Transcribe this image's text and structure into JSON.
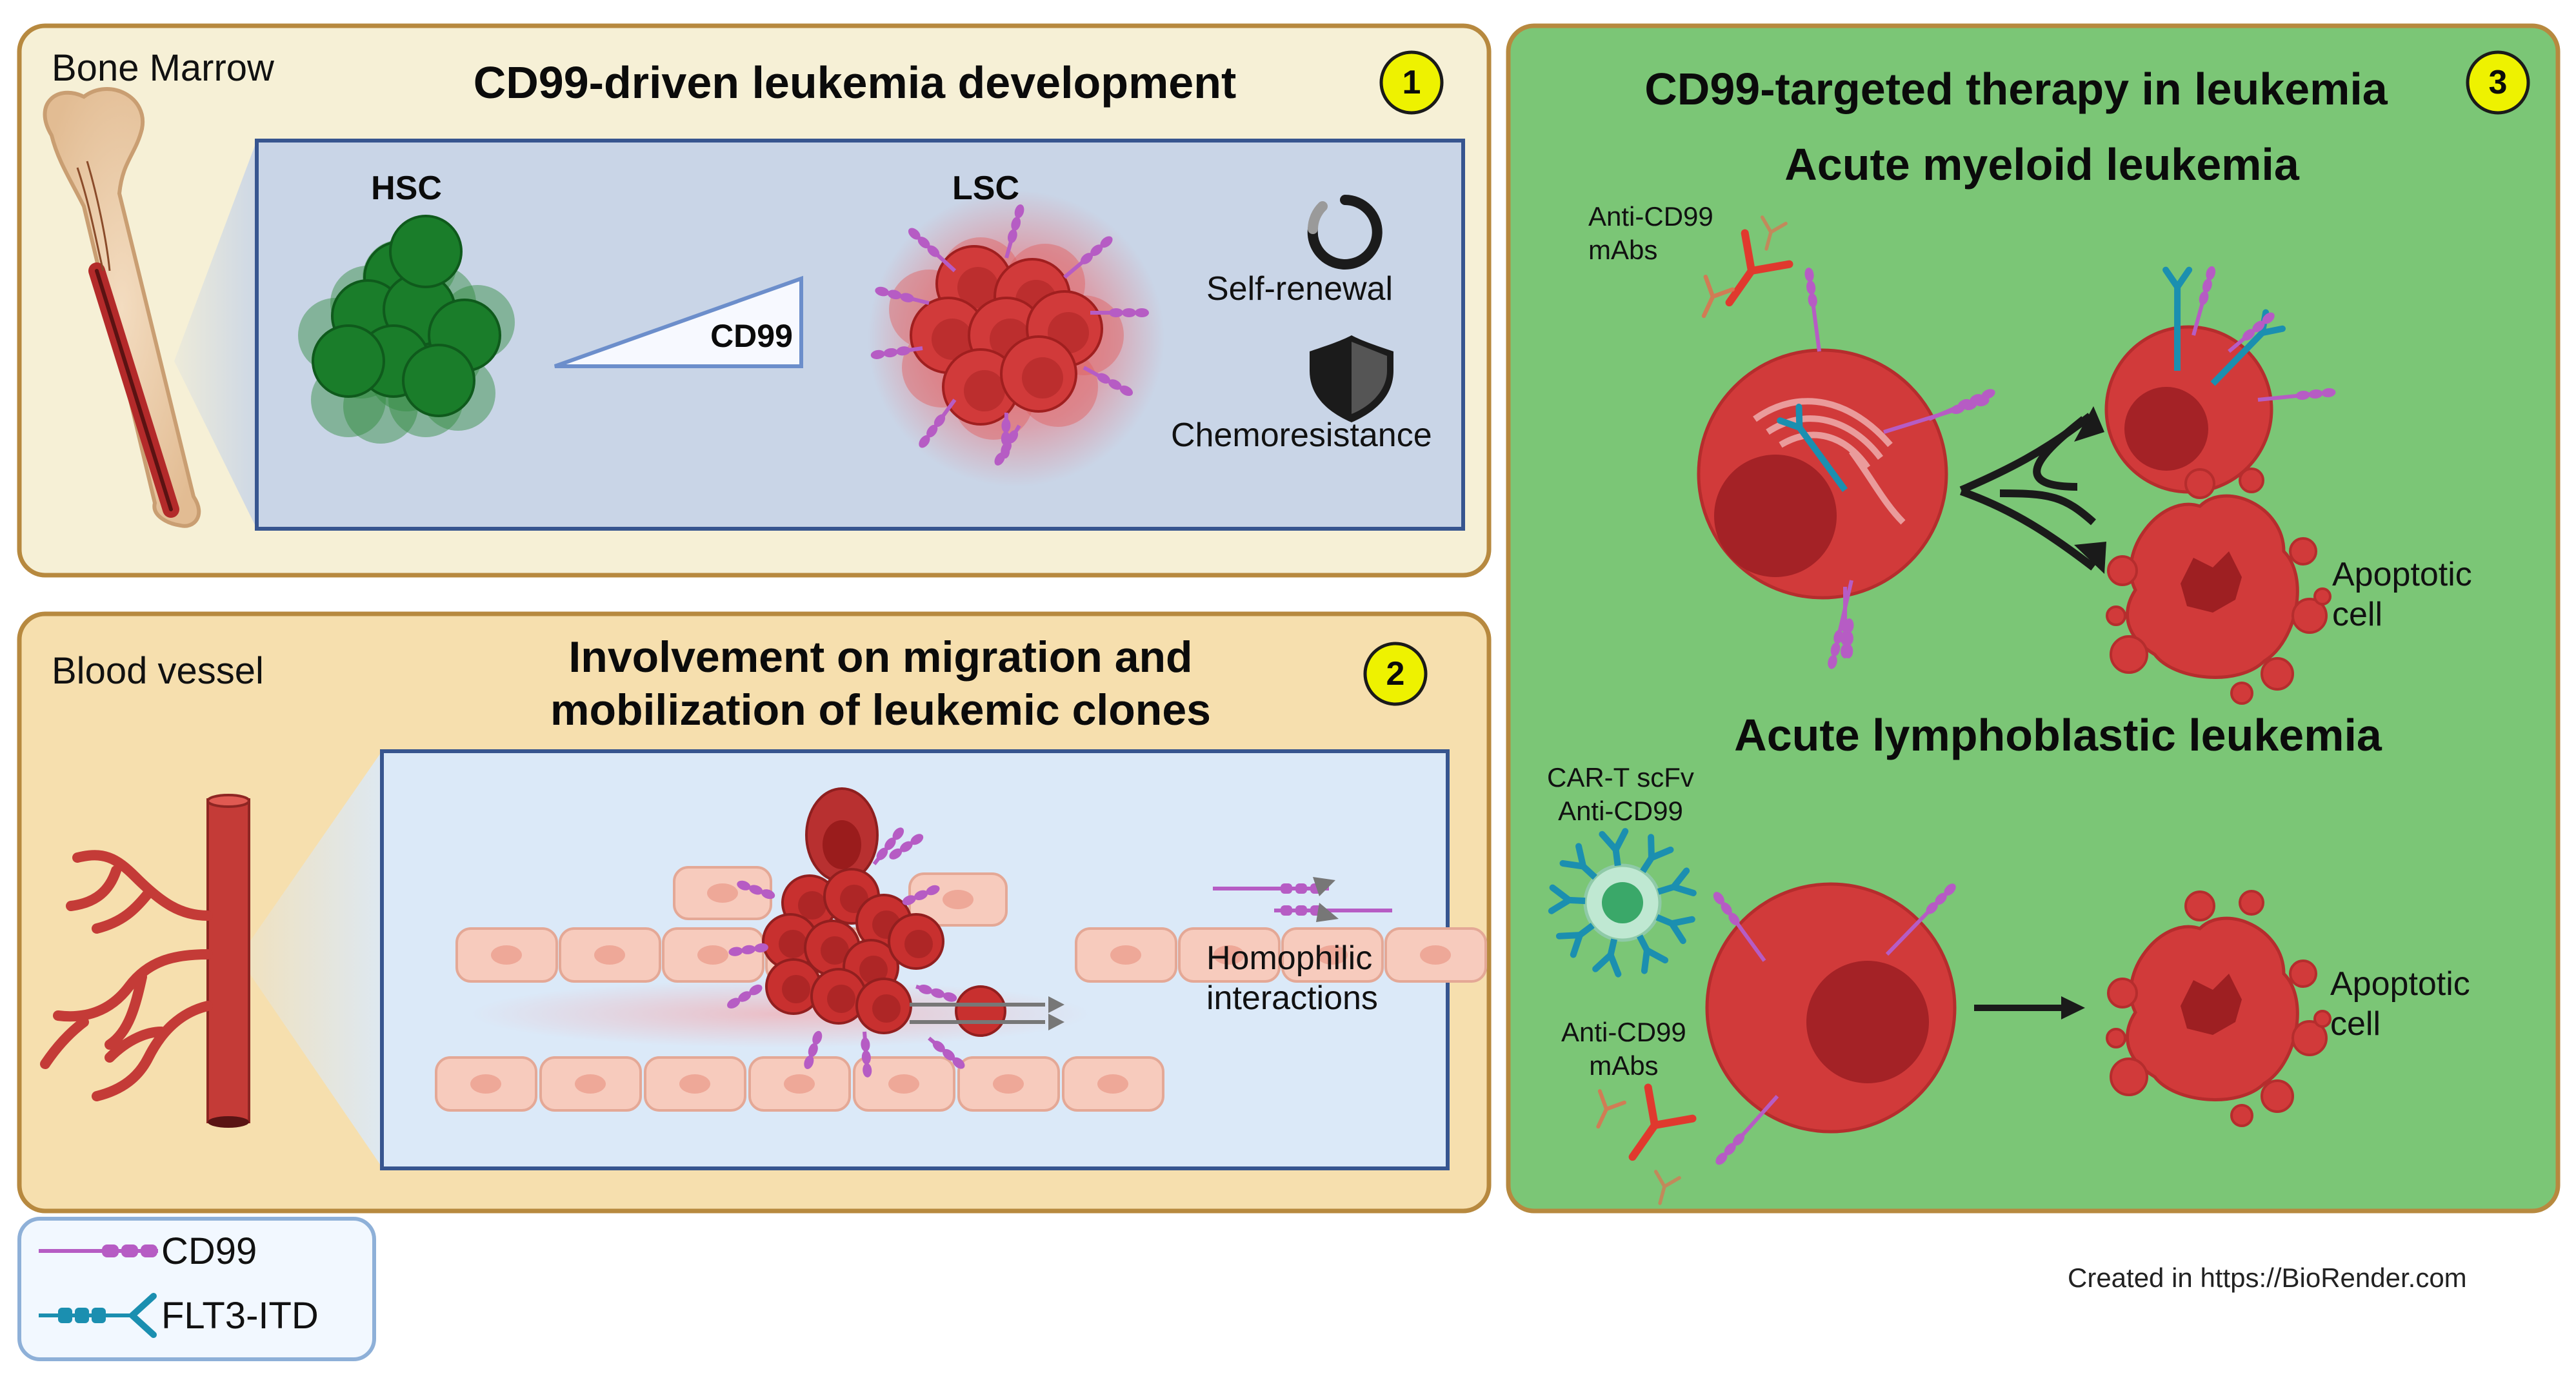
{
  "colors": {
    "panel1_bg": "#f6f0d6",
    "panel2_bg": "#f6dfae",
    "panel3_bg": "#7bc676",
    "panel_border": "#b7893f",
    "inset1_bg": "#c9d5e7",
    "inset2_bg": "#dbe9f8",
    "inset_border": "#37558f",
    "badge_fill": "#eef200",
    "leukemic_red": "#d13a3a",
    "nucleus_red": "#a42226",
    "hsc_green": "#1a7d2a",
    "cd99_purple": "#b65cc4",
    "flt3_blue": "#1b8fb0",
    "antibody_red": "#e0392e",
    "endothelial": "#f7cbbd",
    "vessel_red": "#c43b37"
  },
  "panel1": {
    "location": "Bone Marrow",
    "title": "CD99-driven leukemia development",
    "badge": "1",
    "hsc_label": "HSC",
    "lsc_label": "LSC",
    "gradient_label": "CD99",
    "self_renewal": "Self-renewal",
    "chemoresistance": "Chemoresistance",
    "icons": [
      "bone-icon",
      "self-renewal-icon",
      "shield-icon"
    ]
  },
  "panel2": {
    "location": "Blood vessel",
    "title": "Involvement on migration and\nmobilization of leukemic clones",
    "badge": "2",
    "homophilic": "Homophilic\ninteractions",
    "icons": [
      "blood-vessel-icon",
      "homophilic-interaction-icon"
    ]
  },
  "panel3": {
    "title": "CD99-targeted therapy in leukemia",
    "badge": "3",
    "aml_title": "Acute myeloid leukemia",
    "aml_antibody_label": "Anti-CD99\nmAbs",
    "aml_apoptotic": "Apoptotic\ncell",
    "all_title": "Acute lymphoblastic leukemia",
    "all_cart_label": "CAR-T scFv\nAnti-CD99",
    "all_antibody_label": "Anti-CD99\nmAbs",
    "all_apoptotic": "Apoptotic\ncell",
    "icons": [
      "antibody-icon",
      "car-t-cell-icon",
      "apoptotic-cell-icon",
      "arrow-icon"
    ]
  },
  "legend": {
    "items": [
      {
        "label": "CD99",
        "icon": "cd99-receptor-icon"
      },
      {
        "label": "FLT3-ITD",
        "icon": "flt3-itd-receptor-icon"
      }
    ]
  },
  "credit": "Created in  https://BioRender.com"
}
